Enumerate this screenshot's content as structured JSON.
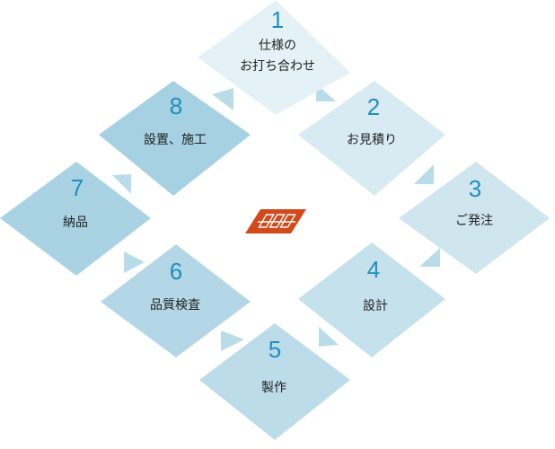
{
  "steps": [
    {
      "number": "1",
      "label_lines": [
        "仕様の",
        "お打ち合わせ"
      ],
      "fill": "#e4f2f7"
    },
    {
      "number": "2",
      "label_lines": [
        "お見積り"
      ],
      "fill": "#d8ebf3"
    },
    {
      "number": "3",
      "label_lines": [
        "ご発注"
      ],
      "fill": "#cfe6ef"
    },
    {
      "number": "4",
      "label_lines": [
        "設計"
      ],
      "fill": "#c5e1ec"
    },
    {
      "number": "5",
      "label_lines": [
        "製作"
      ],
      "fill": "#bcdce9"
    },
    {
      "number": "6",
      "label_lines": [
        "品質検査"
      ],
      "fill": "#b3d7e6"
    },
    {
      "number": "7",
      "label_lines": [
        "納品"
      ],
      "fill": "#a9d3e3"
    },
    {
      "number": "8",
      "label_lines": [
        "設置、施工"
      ],
      "fill": "#a5d1e2"
    }
  ],
  "colors": {
    "number": "#1f8fbf",
    "arrow": "#b9dce9",
    "logo": "#d2491c"
  },
  "logo_icon": "company-logo-icon"
}
